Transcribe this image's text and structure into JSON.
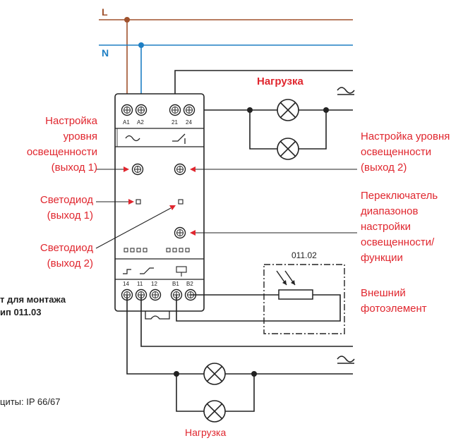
{
  "lines": {
    "l": "L",
    "n": "N"
  },
  "loads": {
    "top": "Нагрузка",
    "bottom": "Нагрузка"
  },
  "terminals": {
    "top": [
      "A1",
      "A2",
      "21",
      "24"
    ],
    "bottom": [
      "14",
      "11",
      "12",
      "B1",
      "B2"
    ]
  },
  "sensor_model": "011.02",
  "labels": {
    "adj1": [
      "Настройка",
      "уровня",
      "освещенности",
      "(выход 1)"
    ],
    "adj2": [
      "Настройка уровня",
      "освещенности",
      "(выход 2)"
    ],
    "led1": [
      "Светодиод",
      "(выход 1)"
    ],
    "led2": [
      "Светодиод",
      "(выход 2)"
    ],
    "switch": [
      "Переключатель",
      "диапазонов",
      "настройки",
      "освещенности/",
      "функции"
    ],
    "photo": [
      "Внешний",
      "фотоэлемент"
    ]
  },
  "side_text": {
    "mount": [
      "т для монтажа",
      "ип 011.03"
    ],
    "protection": "циты: IP 66/67"
  },
  "colors": {
    "l_wire": "#a0522d",
    "n_wire": "#1e7fc4",
    "label": "#e0262e",
    "line": "#222222"
  }
}
